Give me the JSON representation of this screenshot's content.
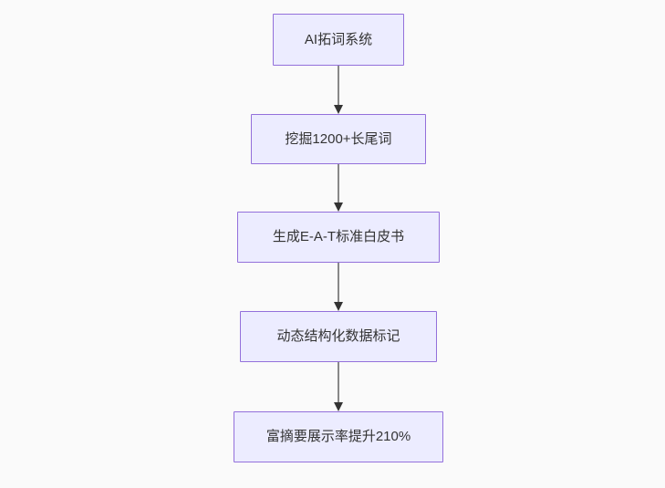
{
  "flowchart": {
    "type": "vertical-flow",
    "nodes": [
      {
        "id": "node-1",
        "label": "AI拓词系统"
      },
      {
        "id": "node-2",
        "label": "挖掘1200+长尾词"
      },
      {
        "id": "node-3",
        "label": "生成E-A-T标准白皮书"
      },
      {
        "id": "node-4",
        "label": "动态结构化数据标记"
      },
      {
        "id": "node-5",
        "label": "富摘要展示率提升210%"
      }
    ],
    "edges": [
      {
        "from": "node-1",
        "to": "node-2"
      },
      {
        "from": "node-2",
        "to": "node-3"
      },
      {
        "from": "node-3",
        "to": "node-4"
      },
      {
        "from": "node-4",
        "to": "node-5"
      }
    ],
    "colors": {
      "background": "#fafafa",
      "node_fill": "#ECECFF",
      "node_border": "#9370DB",
      "edge_line": "#888888",
      "arrowhead": "#333333",
      "text": "#333333"
    }
  }
}
